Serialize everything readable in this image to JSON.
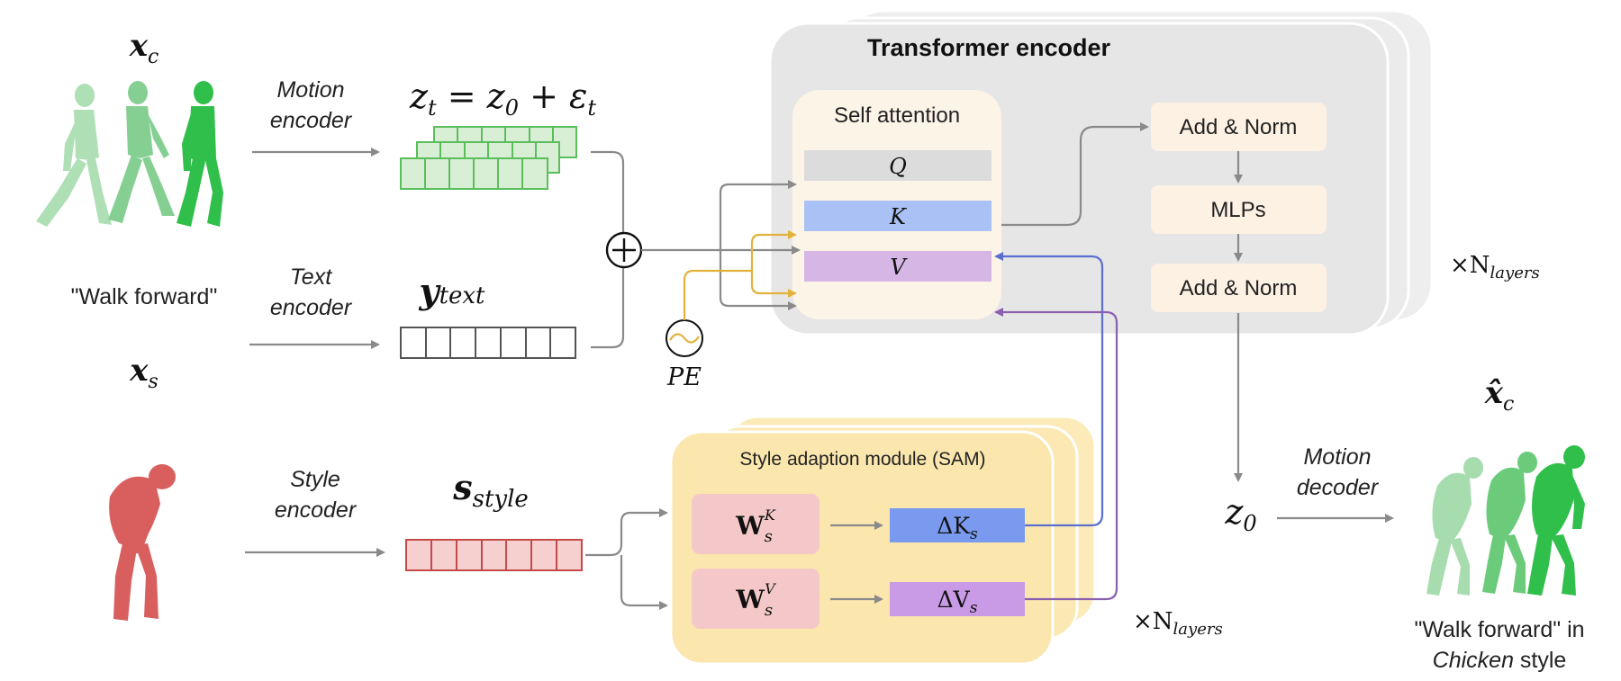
{
  "diagram": {
    "inputs": {
      "content_symbol": "x",
      "content_sub": "c",
      "text_prompt": "\"Walk forward\"",
      "style_symbol": "x",
      "style_sub": "s"
    },
    "encoders": {
      "motion": [
        "Motion",
        "encoder"
      ],
      "text": [
        "Text",
        "encoder"
      ],
      "style": [
        "Style",
        "encoder"
      ]
    },
    "latents": {
      "noisy": "z",
      "noisy_sub": "t",
      "noisy_eq": " = z",
      "noisy_eq_sub": "0",
      "noisy_plus": " + ε",
      "noisy_plus_sub": "t",
      "text_emb": "y",
      "text_emb_sub": "text",
      "style_emb": "s",
      "style_emb_sub": "style",
      "plus_symbol": "+"
    },
    "pe_label": "PE",
    "transformer": {
      "title": "Transformer encoder",
      "attention_title": "Self attention",
      "q": "Q",
      "k": "K",
      "v": "V",
      "add_norm_1": "Add & Norm",
      "mlps": "MLPs",
      "add_norm_2": "Add & Norm",
      "repeat": "×N",
      "repeat_sub": "layers"
    },
    "sam": {
      "title": "Style adaption module (SAM)",
      "wk": "W",
      "wk_sub": "s",
      "wk_sup": "K",
      "wv": "W",
      "wv_sub": "s",
      "wv_sup": "V",
      "dk": "ΔK",
      "dk_sub": "s",
      "dv": "ΔV",
      "dv_sub": "s",
      "repeat": "×N",
      "repeat_sub": "layers"
    },
    "output": {
      "z0": "z",
      "z0_sub": "0",
      "decoder": [
        "Motion",
        "decoder"
      ],
      "result_symbol": "x̂",
      "result_sub": "c",
      "caption_line1": "\"Walk forward\" in",
      "caption_style": "Chicken",
      "caption_rest": " style"
    }
  },
  "colors": {
    "content_green": "#2fbf4a",
    "style_red": "#d95f5f",
    "k_blue": "#5a78e0",
    "v_purple": "#9a6fc6",
    "pe_yellow": "#e3b23c",
    "sam_fill": "#fbeab8",
    "transformer_fill": "#e8e8e8"
  }
}
